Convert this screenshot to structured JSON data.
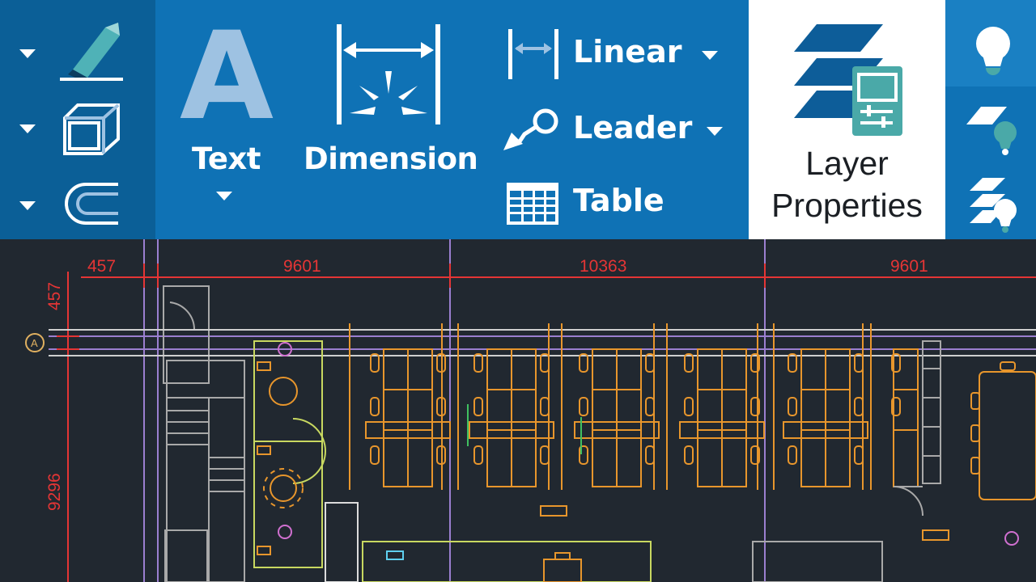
{
  "ribbon": {
    "text_tool": {
      "label": "Text",
      "glyph": "A"
    },
    "dimension_tool": {
      "label": "Dimension"
    },
    "linear": {
      "label": "Linear"
    },
    "leader": {
      "label": "Leader"
    },
    "table": {
      "label": "Table"
    },
    "layer_properties": {
      "label_line1": "Layer",
      "label_line2": "Properties"
    }
  },
  "drawing": {
    "dimensions_top": [
      "457",
      "9601",
      "10363",
      "9601"
    ],
    "dimensions_left": [
      "457",
      "9296"
    ],
    "grid_bubble": "A"
  },
  "colors": {
    "ribbon": "#0f72b5",
    "panel_dark": "#0b5f97",
    "canvas": "#212830",
    "dimension_red": "#e53535",
    "furniture_orange": "#e8962c",
    "wall_grey": "#a9a9a9",
    "grid_purple": "#9b7fd0"
  }
}
